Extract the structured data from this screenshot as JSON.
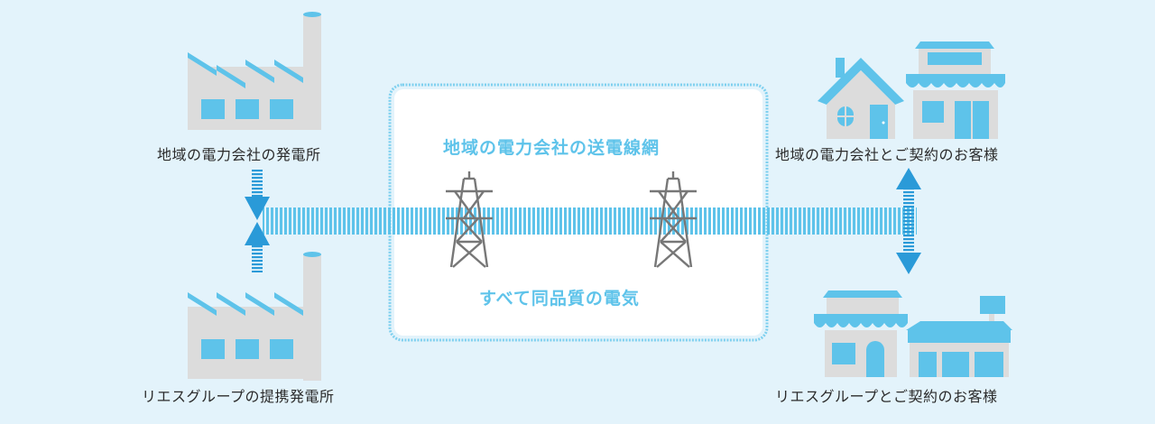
{
  "diagram": {
    "left_top_label": "地域の電力会社の発電所",
    "left_bottom_label": "リエスグループの提携発電所",
    "network_title": "地域の電力会社の送電線網",
    "network_subtitle": "すべて同品質の電気",
    "right_top_label": "地域の電力会社とご契約のお客様",
    "right_bottom_label": "リエスグループとご契約のお客様"
  },
  "colors": {
    "background": "#e3f3fb",
    "accent_blue": "#5ec3ea",
    "arrow_blue": "#2a9ad8",
    "building_gray": "#dcdcdc",
    "tower_gray": "#777777"
  },
  "icons": {
    "factory": "factory-icon",
    "tower": "power-tower-icon",
    "house": "house-icon",
    "shop": "shop-icon"
  }
}
